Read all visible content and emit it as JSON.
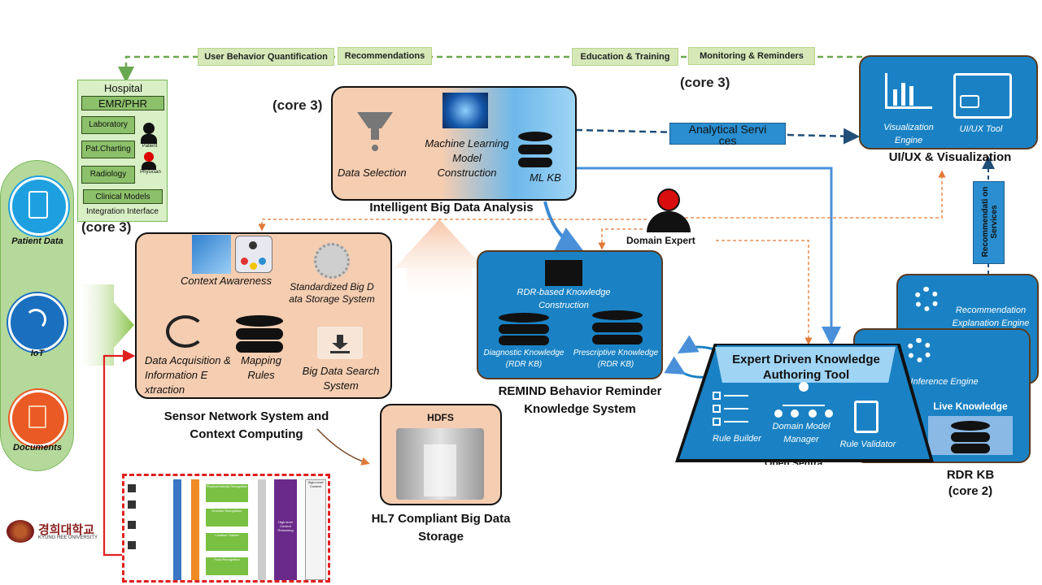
{
  "flow": {
    "user_behavior": "User Behavior  Quantification",
    "recommendations": "Recommendations",
    "education": "Education  & Training",
    "monitoring": "Monitoring & Reminders"
  },
  "core_labels": {
    "analysis": "(core 3)",
    "uiux": "(core 3)",
    "sensor": "(core 3)"
  },
  "hospital": {
    "title": "Hospital",
    "emr": "EMR/PHR",
    "lab": "Laboratory",
    "charting": "Pat.Charting",
    "radiology": "Radiology",
    "clinical": "Clinical Models",
    "integration": "Integration Interface",
    "patient": "Patient",
    "physician": "Physician"
  },
  "sources": {
    "patient_data": "Patient Data",
    "iot": "IoT",
    "documents": "Documents"
  },
  "analysis": {
    "data_selection": "Data Selection",
    "ml_construction": "Machine Learning Model Construction",
    "ml_kb": "ML KB",
    "title": "Intelligent Big Data Analysis"
  },
  "analytical_services": "Analytical Servi ces",
  "uiux": {
    "visualization": "Visualization Engine",
    "tool": "UI/UX Tool",
    "title": "UI/UX & Visualization"
  },
  "recommendation_services": "Recommendati on Services",
  "domain_expert": "Domain Expert",
  "sensor": {
    "context": "Context Awareness",
    "storage": "Standardized Big D ata Storage System",
    "acquisition": "Data Acquisition & Information E xtraction",
    "mapping": "Mapping Rules",
    "search": "Big Data Search System",
    "title": "Sensor Network System and Context Computing"
  },
  "remind": {
    "rdr_construction": "RDR-based Knowledge Construction",
    "diagnostic": "Diagnostic Knowledge (RDR KB)",
    "prescriptive": "Prescriptive Knowledge (RDR KB)",
    "title": "REMIND Behavior Reminder Knowledge System"
  },
  "rdr": {
    "recommendation_engine": "Recommendation Explanation Engine",
    "inference": "Inference  Engine",
    "live": "Live Knowledge",
    "title": "RDR KB",
    "core": "(core 2)"
  },
  "authoring": {
    "title": "Expert Driven Knowledge Authoring Tool",
    "rule_builder": "Rule Builder",
    "domain_model": "Domain Model Manager",
    "rule_validator": "Rule Validator",
    "cut_text": "Open Sentra"
  },
  "hdfs": {
    "label": "HDFS",
    "title": "HL7 Compliant Big Data Storage"
  },
  "logo": {
    "korean": "경희대학교",
    "english": "KYUNG HEE UNIVERSITY"
  },
  "mini_diagram": {
    "physical": "Physical Activity Recognition",
    "emotion": "Emotion Recognition",
    "location": "Location Tracker",
    "food": "Food Recognition",
    "high_level": "High-level Context Reasoning",
    "high_level_context": "High-Level Context"
  }
}
